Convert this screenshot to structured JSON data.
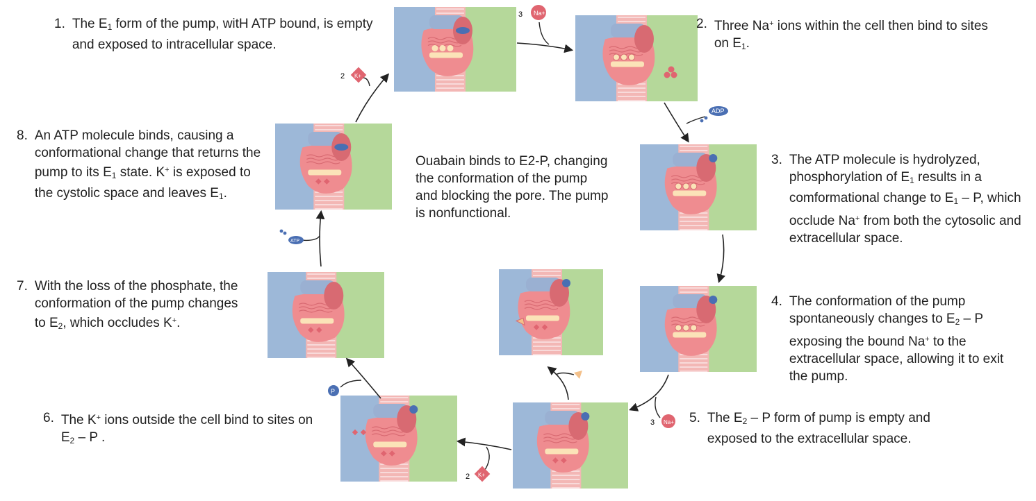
{
  "center_note": "Ouabain binds to E2-P, changing the conformation of the pump and blocking the pore. The pump is nonfunctional.",
  "steps": [
    {
      "num": "1.",
      "html": "The E<sub class=\"small\">1</sub> form of the pump, witH ATP bound, is empty and exposed to intracellular space."
    },
    {
      "num": "2.",
      "html": "Three Na<sup class=\"small\">+</sup> ions within the cell then bind to sites on E<sub class=\"small\">1</sub>."
    },
    {
      "num": "3.",
      "html": "The ATP molecule is hydrolyzed, phosphorylation of E<sub class=\"small\">1</sub> results in a comformational change to E<sub class=\"small\">1</sub> – P, which occlude Na<sup class=\"small\">+</sup> from both the cytosolic and extracellular space."
    },
    {
      "num": "4.",
      "html": "The conformation of the pump spontaneously changes to E<sub class=\"small\">2</sub> – P exposing the bound Na<sup class=\"small\">+</sup> to the extracellular space, allowing it to exit the pump."
    },
    {
      "num": "5.",
      "html": "The E<sub class=\"small\">2</sub> – P form of pump is empty and exposed to the extracellular space."
    },
    {
      "num": "6.",
      "html": "The K<sup class=\"small\">+</sup> ions outside the cell bind to sites on E<sub class=\"small\">2</sub> – P ."
    },
    {
      "num": "7.",
      "html": "With the loss of the phosphate, the conformation of the pump changes to E<sub class=\"small\">2</sub>, which occludes K<sup class=\"small\">+</sup>."
    },
    {
      "num": "8.",
      "html": "An ATP molecule binds, causing a conformational change that returns the pump to its E<sub class=\"small\">1</sub> state. K<sup class=\"small\">+</sup> is exposed to the cystolic space and leaves E<sub class=\"small\">1</sub>."
    }
  ],
  "labels": {
    "na_count_in": "3",
    "na_symbol": "Na+",
    "na_count_out": "3",
    "k_count_in": "2",
    "k_symbol": "K+",
    "k_count_out": "2",
    "atp": "ATP",
    "adp": "ADP",
    "phosphate": "P"
  },
  "colors": {
    "cytosol": "#9db8d8",
    "extracellular": "#b5d89a",
    "pump": "#ef8c90",
    "pump_dark": "#d86a72",
    "cap": "#9ab0d2",
    "ion_site": "#fbe3b8",
    "phosphate": "#4a6fb3",
    "ion": "#e06570",
    "ouabain": "#f3c08a"
  }
}
